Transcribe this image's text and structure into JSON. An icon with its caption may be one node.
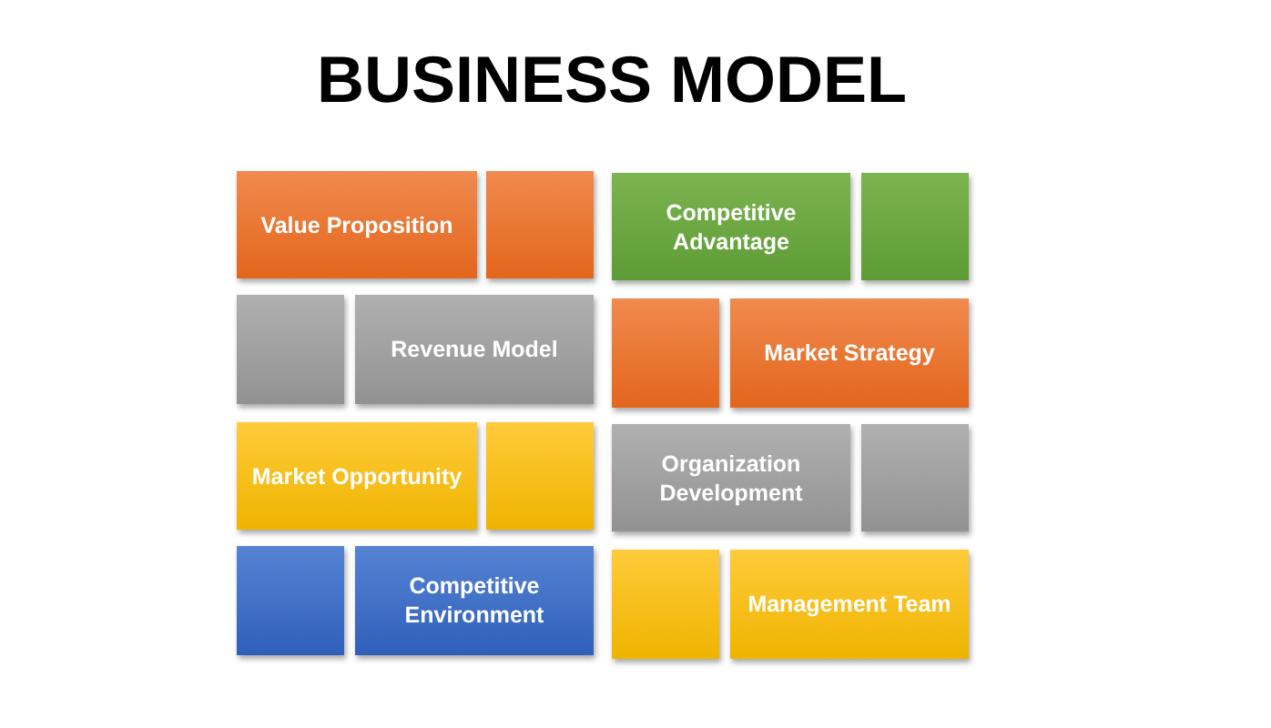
{
  "diagram": {
    "title": "BUSINESS MODEL",
    "nodes": [
      {
        "text": [
          "Value Proposition"
        ]
      },
      {
        "text": [],
        "shape": "box"
      },
      {
        "text": [
          "Competitive Advantage"
        ]
      },
      {
        "text": [],
        "shape": "box"
      },
      {
        "text": [],
        "shape": "box"
      },
      {
        "text": [
          "Revenue Model"
        ]
      },
      {
        "text": [],
        "shape": "box"
      },
      {
        "text": [
          "Market Strategy"
        ]
      },
      {
        "text": [
          "Market Opportunity"
        ]
      },
      {
        "text": [],
        "shape": "box"
      },
      {
        "text": [
          "Organization Development"
        ]
      },
      {
        "text": [],
        "shape": "box"
      },
      {
        "text": [],
        "shape": "box"
      },
      {
        "text": [
          "Competitive Environment"
        ]
      },
      {
        "text": [],
        "shape": "box"
      },
      {
        "text": [
          "Management Team"
        ]
      }
    ]
  }
}
